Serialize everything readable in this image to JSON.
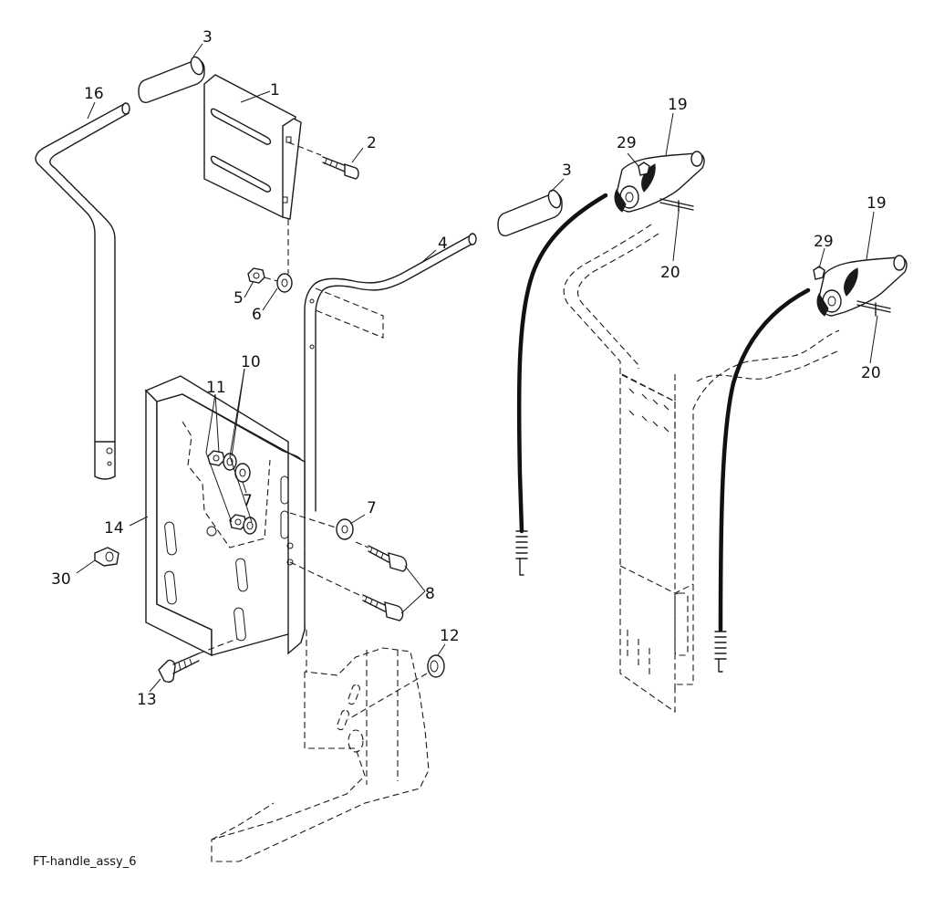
{
  "caption": "FT-handle_assy_6",
  "colors": {
    "line": "#1a1a1a",
    "background": "#ffffff"
  },
  "callouts": [
    {
      "id": "c1",
      "text": "1"
    },
    {
      "id": "c2",
      "text": "2"
    },
    {
      "id": "c3a",
      "text": "3"
    },
    {
      "id": "c3b",
      "text": "3"
    },
    {
      "id": "c4",
      "text": "4"
    },
    {
      "id": "c5",
      "text": "5"
    },
    {
      "id": "c6",
      "text": "6"
    },
    {
      "id": "c7a",
      "text": "7"
    },
    {
      "id": "c7b",
      "text": "7"
    },
    {
      "id": "c8",
      "text": "8"
    },
    {
      "id": "c10",
      "text": "10"
    },
    {
      "id": "c11",
      "text": "11"
    },
    {
      "id": "c12",
      "text": "12"
    },
    {
      "id": "c13",
      "text": "13"
    },
    {
      "id": "c14",
      "text": "14"
    },
    {
      "id": "c16",
      "text": "16"
    },
    {
      "id": "c19a",
      "text": "19"
    },
    {
      "id": "c19b",
      "text": "19"
    },
    {
      "id": "c20a",
      "text": "20"
    },
    {
      "id": "c20b",
      "text": "20"
    },
    {
      "id": "c29a",
      "text": "29"
    },
    {
      "id": "c29b",
      "text": "29"
    },
    {
      "id": "c30",
      "text": "30"
    }
  ]
}
